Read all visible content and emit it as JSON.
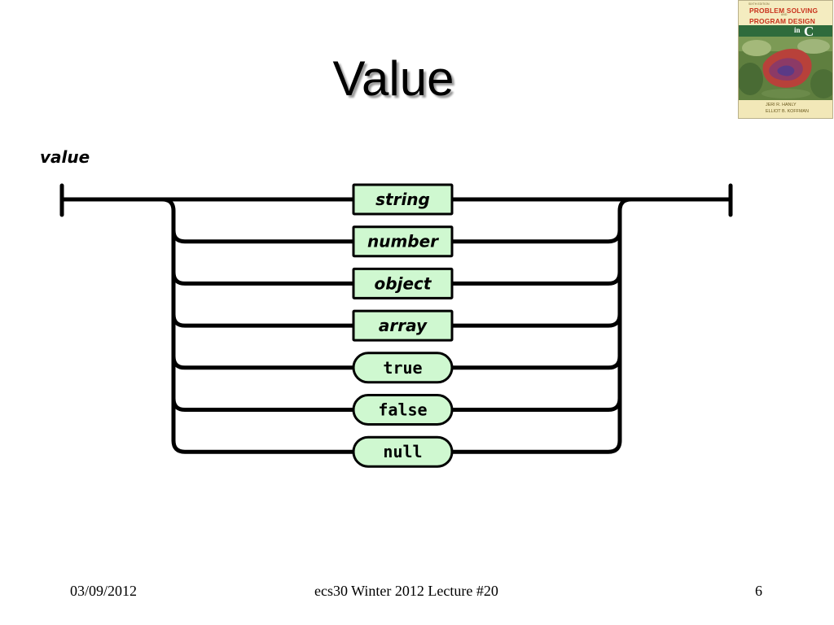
{
  "slide": {
    "title": "Value"
  },
  "book": {
    "edition": "SIXTH EDITION",
    "line1": "PROBLEM SOLVING",
    "and": "AND",
    "line2": "PROGRAM DESIGN",
    "in": "in",
    "c": "C",
    "author1": "JERI R. HANLY",
    "author2": "ELLIOT B. KOFFMAN"
  },
  "diagram": {
    "rule_name": "value",
    "branches": [
      {
        "label": "string",
        "kind": "nonterminal"
      },
      {
        "label": "number",
        "kind": "nonterminal"
      },
      {
        "label": "object",
        "kind": "nonterminal"
      },
      {
        "label": "array",
        "kind": "nonterminal"
      },
      {
        "label": "true",
        "kind": "literal"
      },
      {
        "label": "false",
        "kind": "literal"
      },
      {
        "label": "null",
        "kind": "literal"
      }
    ],
    "colors": {
      "box_fill": "#cff8d0",
      "line": "#000000"
    }
  },
  "footer": {
    "date": "03/09/2012",
    "course": "ecs30 Winter 2012 Lecture #20",
    "page": "6"
  }
}
